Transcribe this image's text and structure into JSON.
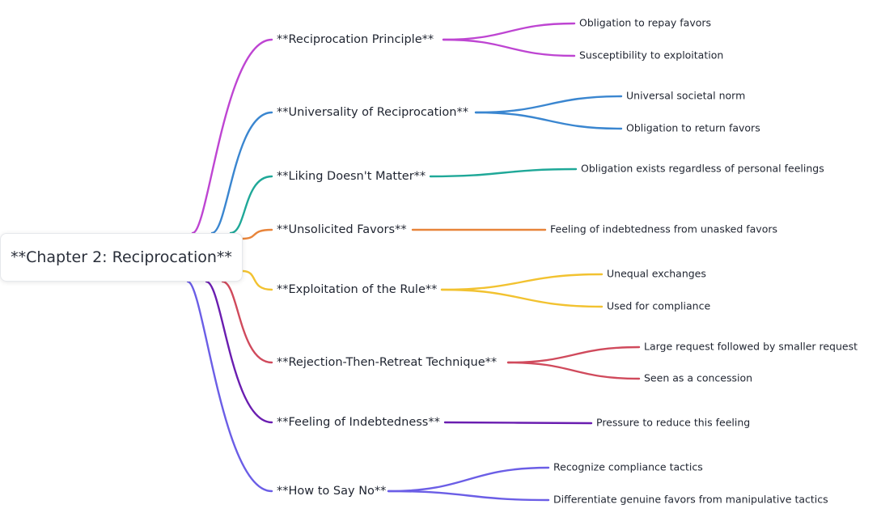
{
  "root": {
    "label": "**Chapter 2: Reciprocation**"
  },
  "branches": [
    {
      "label": "**Reciprocation Principle**",
      "color": "#be45d2",
      "children": [
        "Obligation to repay favors",
        "Susceptibility to exploitation"
      ]
    },
    {
      "label": "**Universality of Reciprocation**",
      "color": "#3a86d0",
      "children": [
        "Universal societal norm",
        "Obligation to return favors"
      ]
    },
    {
      "label": "**Liking Doesn't Matter**",
      "color": "#1fa898",
      "children": [
        "Obligation exists regardless of personal feelings"
      ]
    },
    {
      "label": "**Unsolicited Favors**",
      "color": "#e8843a",
      "children": [
        "Feeling of indebtedness from unasked favors"
      ]
    },
    {
      "label": "**Exploitation of the Rule**",
      "color": "#f2c230",
      "children": [
        "Unequal exchanges",
        "Used for compliance"
      ]
    },
    {
      "label": "**Rejection-Then-Retreat Technique**",
      "color": "#d04a5c",
      "children": [
        "Large request followed by smaller request",
        "Seen as a concession"
      ]
    },
    {
      "label": "**Feeling of Indebtedness**",
      "color": "#6a1db0",
      "children": [
        "Pressure to reduce this feeling"
      ]
    },
    {
      "label": "**How to Say No**",
      "color": "#6b5ee6",
      "children": [
        "Recognize compliance tactics",
        "Differentiate genuine favors from manipulative tactics"
      ]
    }
  ]
}
